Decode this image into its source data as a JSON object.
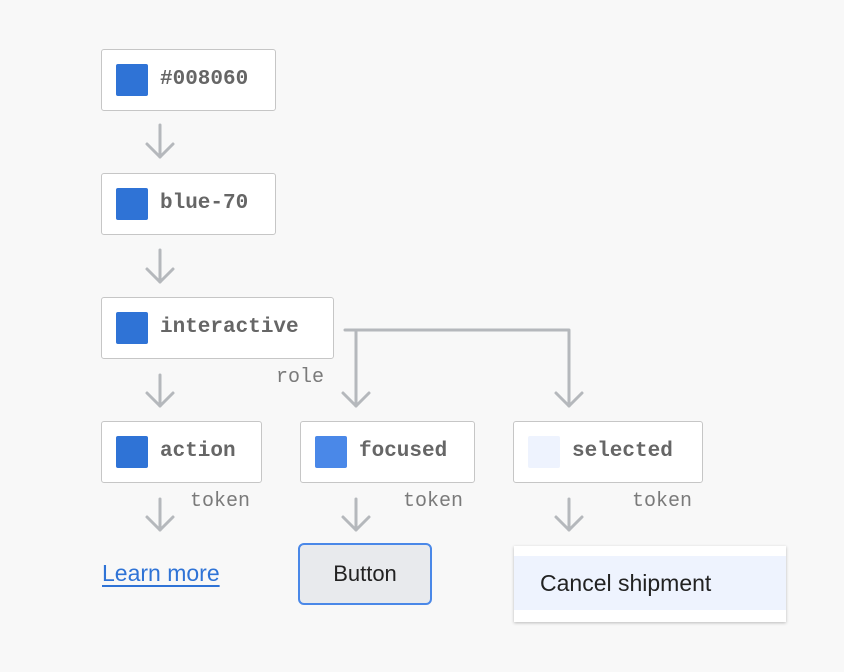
{
  "colors": {
    "swatch_blue": "#2f73d6",
    "swatch_focus": "#4a88e8",
    "swatch_selected": "#eef3fe",
    "connector": "#b5b8bc"
  },
  "nodes": {
    "hex": {
      "label": "#008060"
    },
    "palette": {
      "label": "blue-70"
    },
    "interactive": {
      "label": "interactive"
    },
    "action": {
      "label": "action"
    },
    "focused": {
      "label": "focused"
    },
    "selected": {
      "label": "selected"
    }
  },
  "edge_labels": {
    "role": "role",
    "token_action": "token",
    "token_focused": "token",
    "token_selected": "token"
  },
  "examples": {
    "link_text": "Learn more",
    "button_label": "Button",
    "menu_item": "Cancel shipment"
  }
}
